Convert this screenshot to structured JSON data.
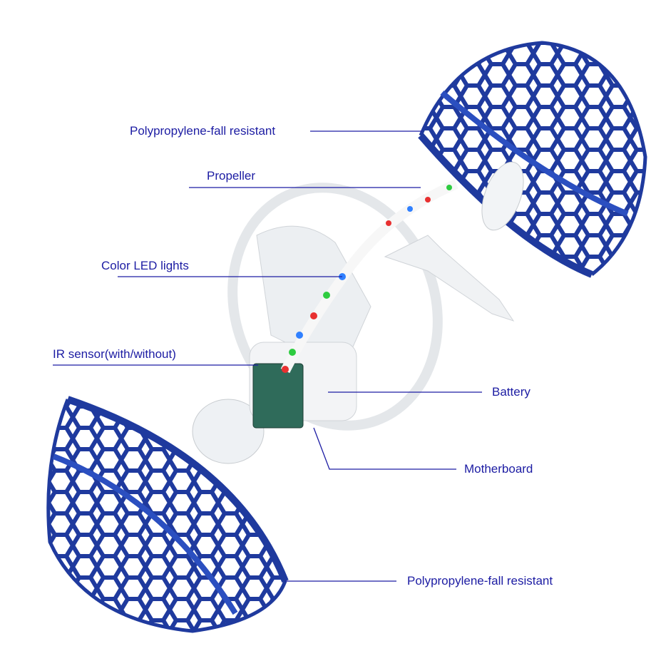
{
  "labels": {
    "shell_top": "Polypropylene-fall resistant",
    "propeller": "Propeller",
    "led": "Color LED lights",
    "ir_sensor": "IR sensor(with/without)",
    "battery": "Battery",
    "motherboard": "Motherboard",
    "shell_bottom": "Polypropylene-fall resistant"
  },
  "colors": {
    "label": "#1c1ca3",
    "shell": "#1f3a9e",
    "line": "#1c1ca3"
  }
}
